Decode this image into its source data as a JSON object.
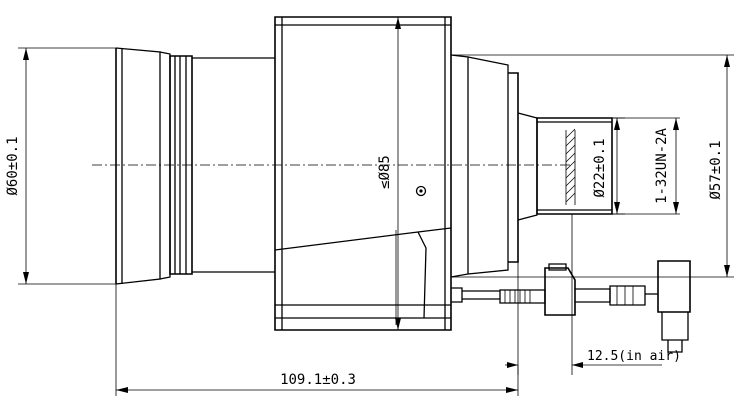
{
  "dimensions": {
    "outer_diameter": "Ø60±0.1",
    "max_diameter": "≤Ø85",
    "mount_diameter": "Ø22±0.1",
    "thread": "1-32UN-2A",
    "rear_diameter": "Ø57±0.1",
    "length": "109.1±0.3",
    "flange_distance": "12.5(in air)"
  },
  "colors": {
    "line": "#000000",
    "background": "#ffffff"
  }
}
